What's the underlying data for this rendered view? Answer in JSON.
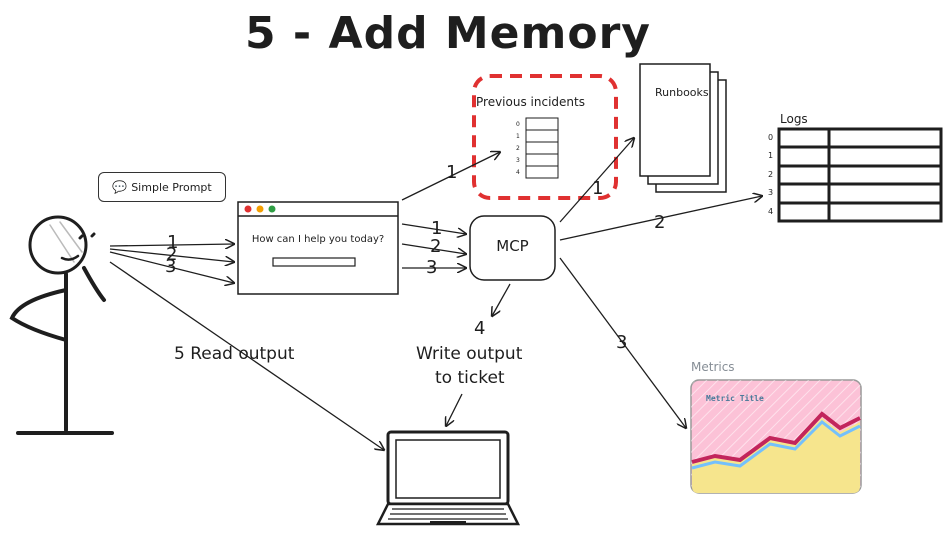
{
  "title": "5 - Add Memory",
  "simple_prompt": {
    "icon": "speech-bubble-icon",
    "label": "Simple Prompt"
  },
  "chat_window": {
    "text": "How can I help you today?"
  },
  "mcp": {
    "label": "MCP"
  },
  "previous_incidents": {
    "label": "Previous incidents",
    "rows": [
      "0",
      "1",
      "2",
      "3",
      "4"
    ]
  },
  "runbooks": {
    "label": "Runbooks"
  },
  "logs": {
    "label": "Logs",
    "rows": [
      "0",
      "1",
      "2",
      "3",
      "4"
    ]
  },
  "metrics": {
    "label": "Metrics",
    "chart_title": "Metric Title"
  },
  "labels": {
    "read_output": "5 Read output",
    "write_output_line1": "Write output",
    "write_output_line2": "to ticket",
    "n1": "1",
    "n2": "2",
    "n3": "3",
    "n4": "4"
  },
  "colors": {
    "dashed_border": "#e03131",
    "metric_bg": "#fcc2d7",
    "metric_fill": "#f6e58d",
    "metric_line": "#c2255c"
  }
}
